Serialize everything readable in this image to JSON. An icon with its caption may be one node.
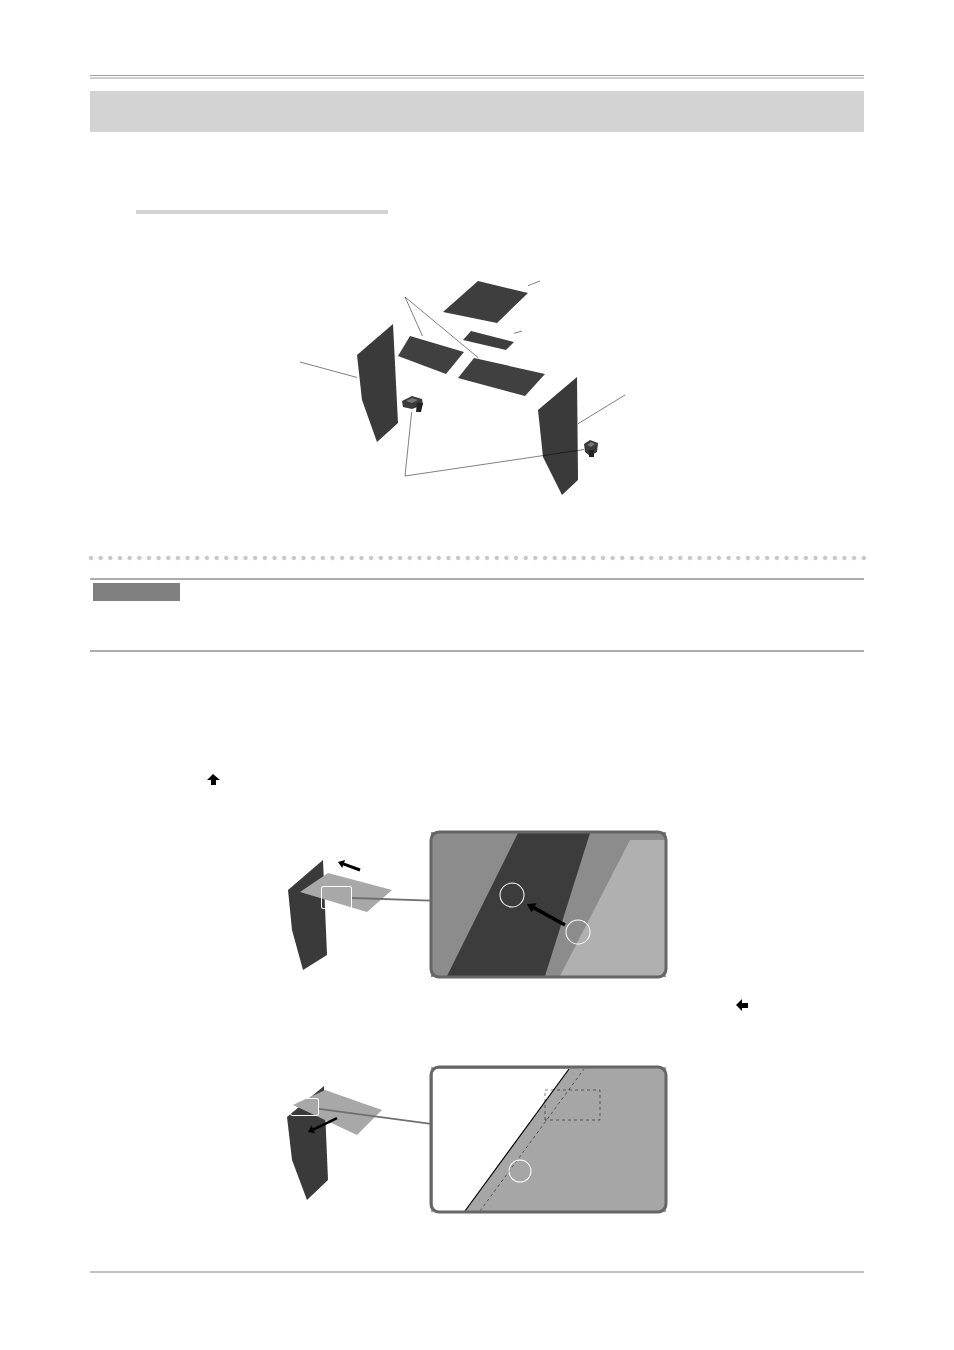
{
  "diagram": {
    "nodes": [
      {
        "text": [],
        "shape": "bar"
      },
      {
        "text": [],
        "shape": "picture"
      },
      {
        "text": [],
        "shape": "picture"
      },
      {
        "text": [],
        "shape": "picture"
      },
      {
        "text": [],
        "shape": "picture"
      },
      {
        "text": [],
        "shape": "picture"
      },
      {
        "text": [],
        "shape": "picture"
      },
      {
        "text": [],
        "shape": "picture"
      },
      {
        "text": [],
        "shape": "picture"
      },
      {
        "text": [],
        "shape": "box"
      },
      {
        "text": [],
        "shape": "picture"
      },
      {
        "text": [],
        "shape": "box",
        "in": 10
      },
      {
        "text": [],
        "shape": "picture"
      },
      {
        "text": [],
        "shape": "picture"
      },
      {
        "text": [],
        "shape": "box",
        "in": 13
      },
      {
        "text": [],
        "shape": "picture"
      }
    ],
    "edges": [
      {
        "from": null,
        "to": 1,
        "arrow": "none"
      },
      {
        "from": null,
        "to": 2,
        "arrow": "none"
      },
      {
        "from": null,
        "to": 3,
        "arrow": "none"
      },
      {
        "from": null,
        "to": 4,
        "arrow": "none"
      },
      {
        "from": null,
        "to": 5,
        "arrow": "none"
      },
      {
        "from": null,
        "to": 7,
        "arrow": "none"
      },
      {
        "from": null,
        "to": 6,
        "arrow": "none"
      },
      {
        "from": null,
        "to": 8,
        "arrow": "none"
      },
      {
        "from": 11,
        "to": 12,
        "arrow": "none",
        "color": "#707070"
      },
      {
        "from": 14,
        "to": 15,
        "arrow": "none",
        "color": "#707070"
      }
    ]
  }
}
